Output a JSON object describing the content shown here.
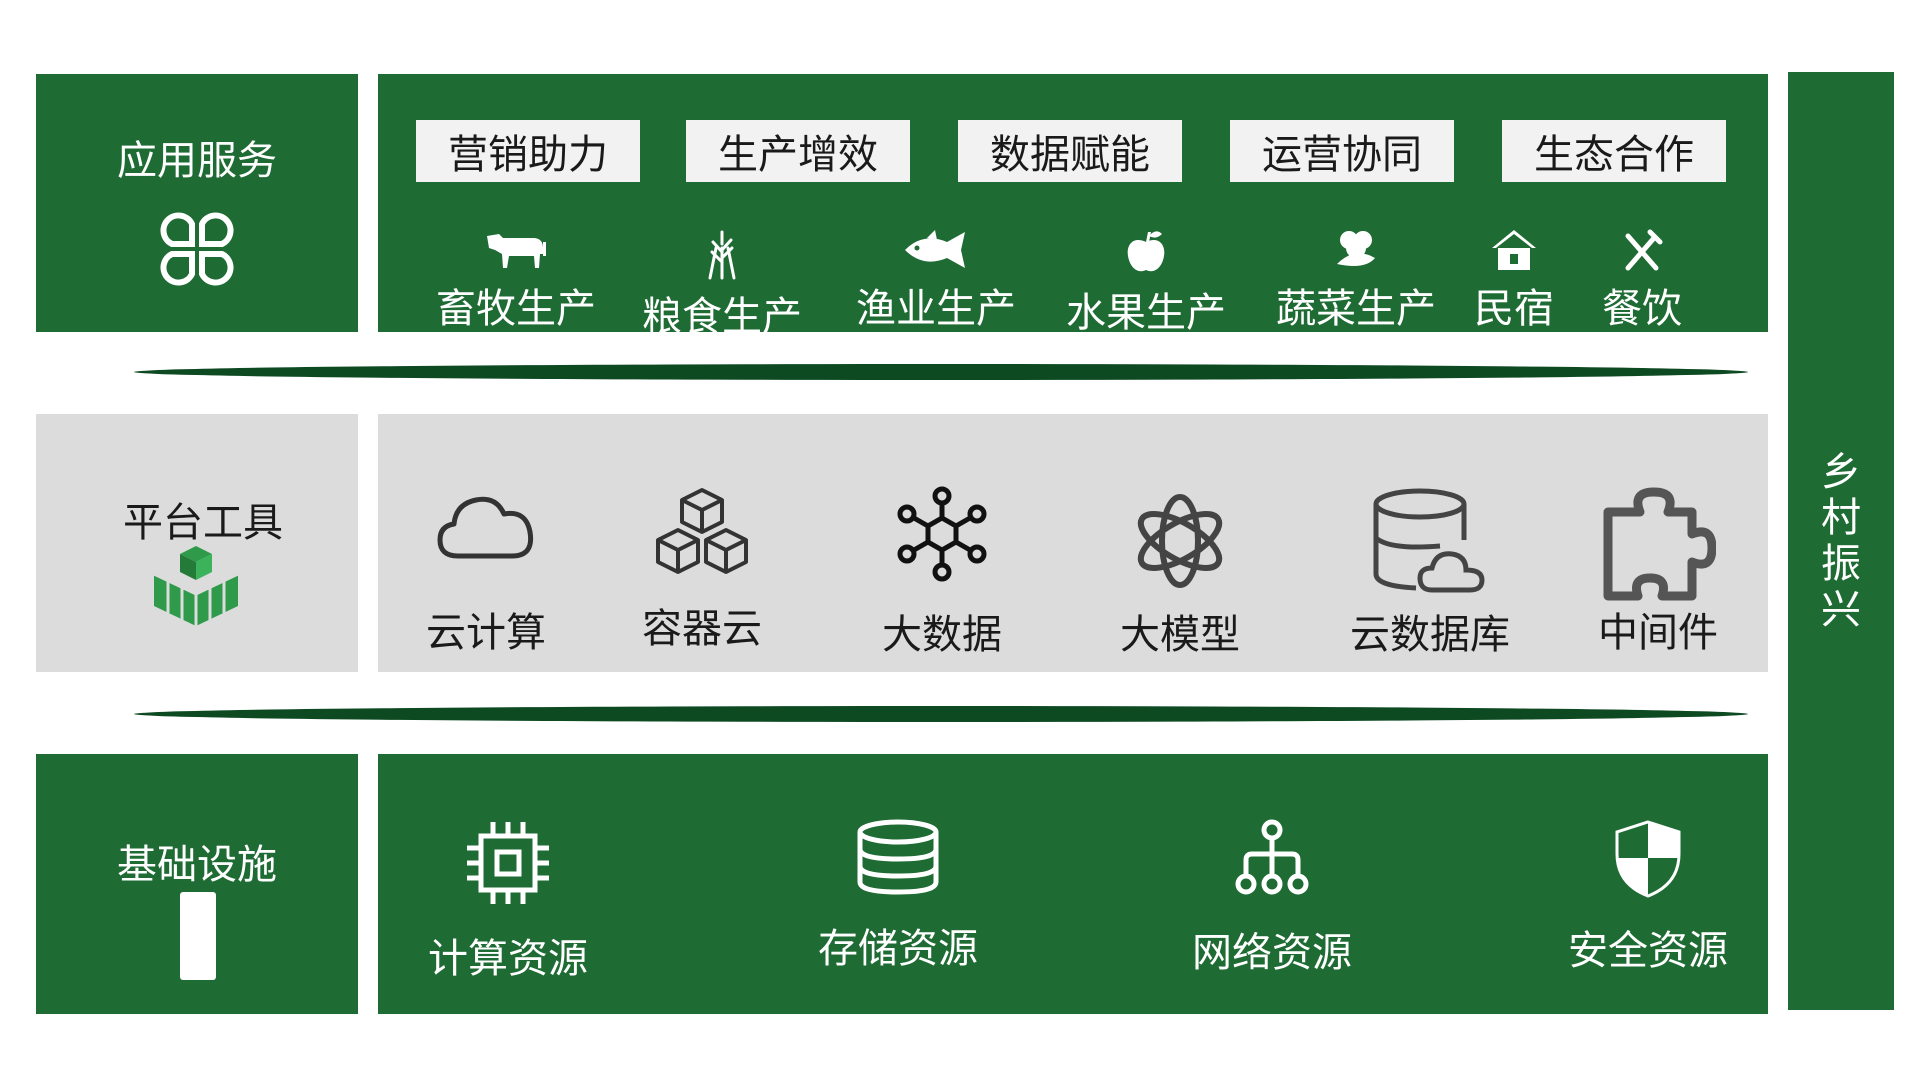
{
  "layers": {
    "application": {
      "title": "应用服务",
      "tags": [
        "营销助力",
        "生产增效",
        "数据赋能",
        "运营协同",
        "生态合作"
      ],
      "items": [
        {
          "label": "畜牧生产",
          "icon": "cow-icon"
        },
        {
          "label": "粮食生产",
          "icon": "wheat-icon"
        },
        {
          "label": "渔业生产",
          "icon": "fish-icon"
        },
        {
          "label": "水果生产",
          "icon": "apple-icon"
        },
        {
          "label": "蔬菜生产",
          "icon": "vegetable-icon"
        },
        {
          "label": "民宿",
          "icon": "house-icon"
        },
        {
          "label": "餐饮",
          "icon": "cutlery-icon"
        }
      ]
    },
    "platform": {
      "title": "平台工具",
      "items": [
        {
          "label": "云计算",
          "icon": "cloud-icon"
        },
        {
          "label": "容器云",
          "icon": "cubes-icon"
        },
        {
          "label": "大数据",
          "icon": "network-nodes-icon"
        },
        {
          "label": "大模型",
          "icon": "ai-knot-icon"
        },
        {
          "label": "云数据库",
          "icon": "cloud-database-icon"
        },
        {
          "label": "中间件",
          "icon": "puzzle-icon"
        }
      ]
    },
    "infrastructure": {
      "title": "基础设施",
      "items": [
        {
          "label": "计算资源",
          "icon": "chip-icon"
        },
        {
          "label": "存储资源",
          "icon": "storage-icon"
        },
        {
          "label": "网络资源",
          "icon": "network-tree-icon"
        },
        {
          "label": "安全资源",
          "icon": "shield-icon"
        }
      ]
    }
  },
  "side_banner": {
    "text": [
      "乡",
      "村",
      "振",
      "兴"
    ]
  },
  "colors": {
    "green": "#1e6b34",
    "grey": "#dcdcdc",
    "divider": "#0d4a22",
    "tag_bg": "#f2f2f2"
  }
}
